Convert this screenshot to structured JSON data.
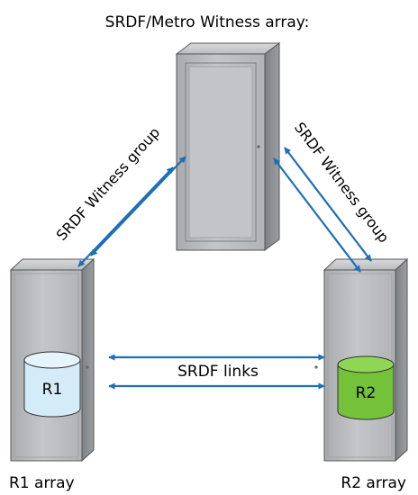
{
  "title": "SRDF/Metro Witness array:",
  "left_group_label": "SRDF Witness group",
  "right_group_label": "SRDF Witness group",
  "links_label": "SRDF links",
  "r1": {
    "cylinder_label": "R1",
    "array_label": "R1 array"
  },
  "r2": {
    "cylinder_label": "R2",
    "array_label": "R2 array"
  },
  "colors": {
    "arrow": "#1e6fb5",
    "cabinet_face": "#b7b9bc",
    "cabinet_side": "#8f9296",
    "r1_cylinder": "#d3ecf8",
    "r2_cylinder": "#74c23a"
  }
}
